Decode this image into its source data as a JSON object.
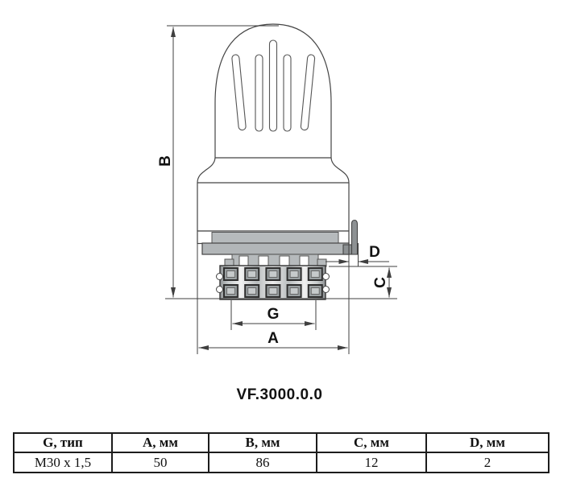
{
  "drawing": {
    "model": "VF.3000.0.0",
    "dim_labels": {
      "a": "A",
      "b": "B",
      "c": "C",
      "d": "D",
      "g": "G"
    },
    "colors": {
      "line": "#444444",
      "dim_line": "#3f3f3f",
      "collar_gray": "#b6babc",
      "flange_gray": "#b2b6b8",
      "tab_gray": "#8d9193",
      "knurl_dark": "#2d2d2d"
    }
  },
  "spec_table": {
    "headers": [
      "G, тип",
      "A, мм",
      "B, мм",
      "C, мм",
      "D, мм"
    ],
    "row": [
      "M30 x 1,5",
      "50",
      "86",
      "12",
      "2"
    ]
  }
}
